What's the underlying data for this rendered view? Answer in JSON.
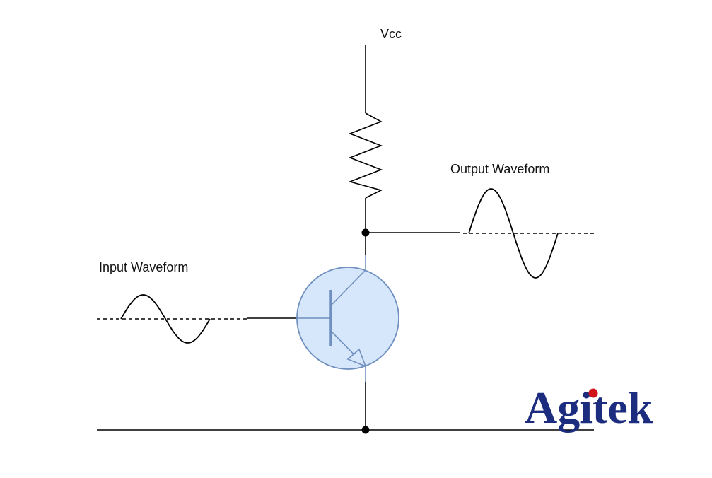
{
  "labels": {
    "vcc": "Vcc",
    "output": "Output Waveform",
    "input": "Input Waveform"
  },
  "logo": {
    "text": "Agitek",
    "color": "#1c2c7e",
    "dot_color": "#d0121b"
  },
  "colors": {
    "wire": "#000000",
    "transistor_fill": "#d6e6fb",
    "transistor_stroke": "#6f8fbf"
  }
}
